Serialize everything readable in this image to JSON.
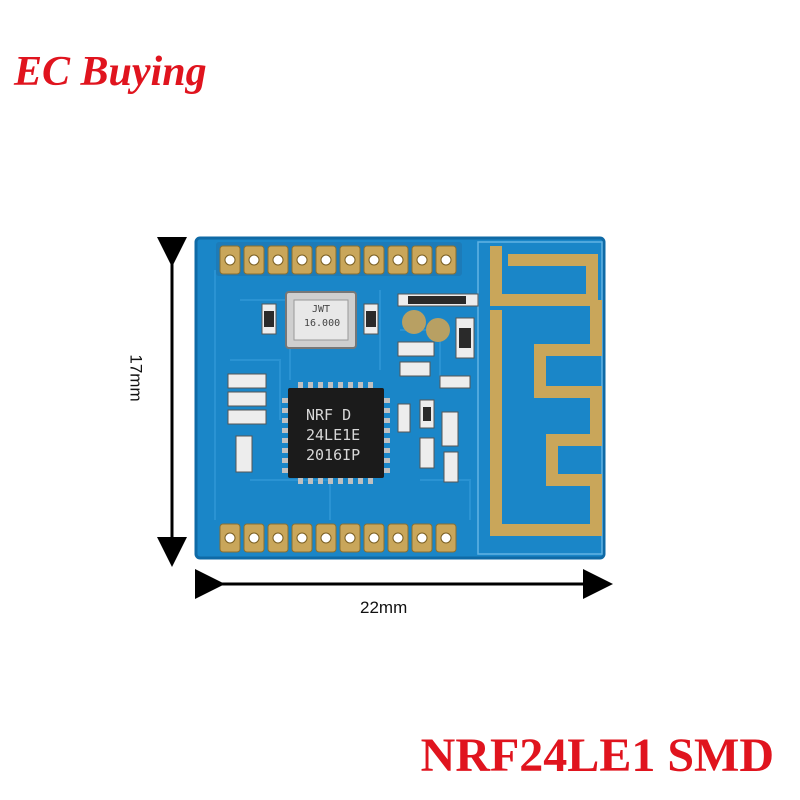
{
  "brand": {
    "name": "EC Buying",
    "color": "#e0141e"
  },
  "product": {
    "title": "NRF24LE1 SMD"
  },
  "dimensions": {
    "width_label": "22mm",
    "height_label": "17mm"
  },
  "chip": {
    "line1": "NRF D",
    "line2": "24LE1E",
    "line3": "2016IP"
  },
  "crystal": {
    "line1": "JWT",
    "line2": "16.000"
  },
  "colors": {
    "pcb": "#1a86c8",
    "pcb_edge": "#0f6aa6",
    "gold": "#c9a65a",
    "chip": "#1b1b1b"
  }
}
